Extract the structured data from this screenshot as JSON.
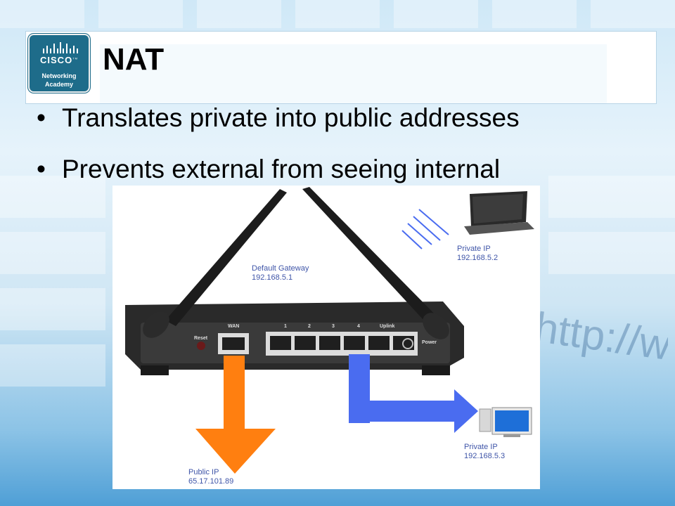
{
  "slide": {
    "title": "NAT",
    "bullets": [
      "Translates private into public addresses",
      "Prevents external from seeing internal"
    ]
  },
  "logo": {
    "brand": "CISCO",
    "trademark": "TM",
    "line1": "Networking",
    "line2": "Academy"
  },
  "diagram": {
    "gateway_label": "Default Gateway",
    "gateway_ip": "192.168.5.1",
    "laptop_label": "Private IP",
    "laptop_ip": "192.168.5.2",
    "desktop_label": "Private IP",
    "desktop_ip": "192.168.5.3",
    "public_label": "Public IP",
    "public_ip": "65.17.101.89",
    "router_labels": {
      "reset": "Reset",
      "wan": "WAN",
      "p1": "1",
      "p2": "2",
      "p3": "3",
      "p4": "4",
      "uplink": "Uplink",
      "power": "Power"
    }
  },
  "colors": {
    "public_arrow": "#ff7f10",
    "private_arrow": "#4a6cf0",
    "label_text": "#3f55a8",
    "logo_bg": "#1e6c8a"
  },
  "background_text": "http://www"
}
